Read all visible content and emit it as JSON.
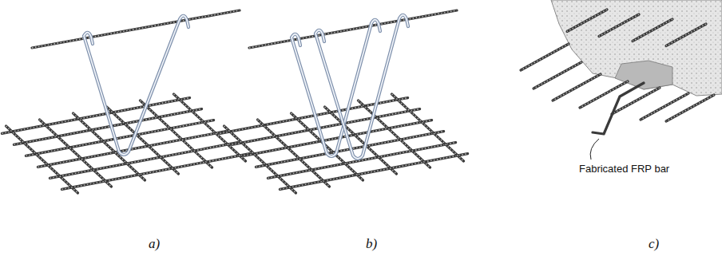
{
  "diagram": {
    "labels": [
      "a)",
      "b)",
      "c)",
      "Fabricated FRP bar"
    ]
  }
}
